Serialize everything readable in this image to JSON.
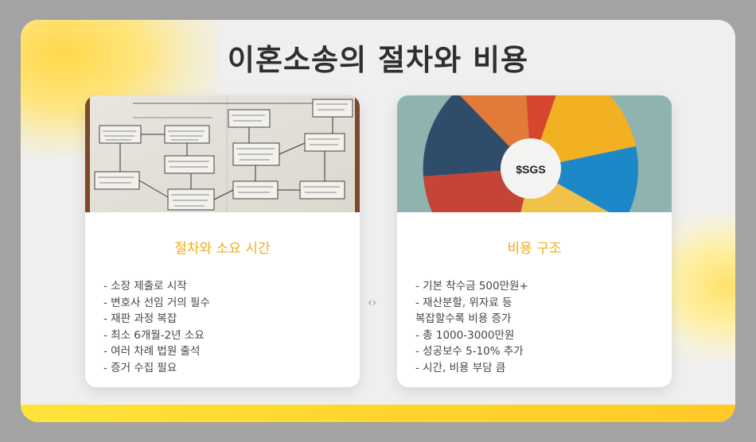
{
  "slide": {
    "title": "이혼소송의 절차와 비용"
  },
  "left_card": {
    "heading": "절차와 소요 시간",
    "items": [
      "- 소장 제출로 시작",
      "- 변호사 선임 거의 필수",
      "- 재판 과정 복잡",
      "- 최소 6개월-2년 소요",
      "- 여러 차례 법원 출석",
      "- 증거 수집 필요"
    ]
  },
  "right_card": {
    "heading": "비용 구조",
    "items": [
      "- 기본 착수금 500만원+",
      "- 재산분할, 위자료 등",
      "복잡할수록 비용 증가",
      "- 총 1000-3000만원",
      "- 성공보수 5-10% 추가",
      "- 시간, 비용 부담 큼"
    ],
    "pie_center_label": "$SGS"
  },
  "nav": {
    "arrows": "‹›"
  },
  "colors": {
    "accent": "#f2ad16",
    "bottom_bar": "#ffd52e",
    "title": "#2f2f2f"
  }
}
